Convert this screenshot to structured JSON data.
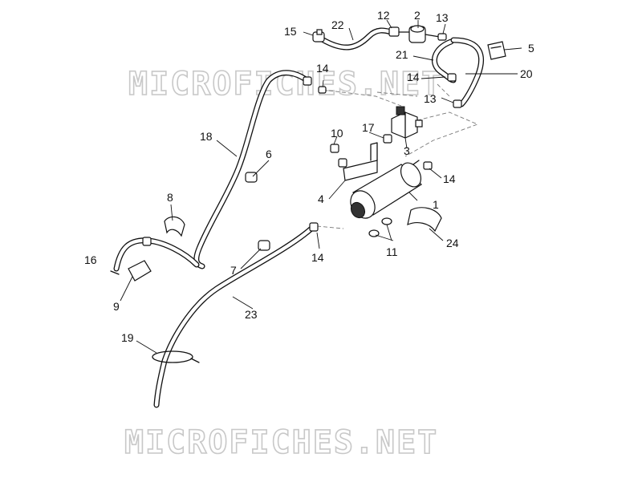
{
  "watermark": {
    "text": "MICROFICHES.NET"
  },
  "callouts": [
    {
      "id": "c1",
      "text": "1"
    },
    {
      "id": "c2",
      "text": "2"
    },
    {
      "id": "c3",
      "text": "3"
    },
    {
      "id": "c4",
      "text": "4"
    },
    {
      "id": "c5",
      "text": "5"
    },
    {
      "id": "c6",
      "text": "6"
    },
    {
      "id": "c7",
      "text": "7"
    },
    {
      "id": "c8",
      "text": "8"
    },
    {
      "id": "c9",
      "text": "9"
    },
    {
      "id": "c10",
      "text": "10"
    },
    {
      "id": "c11",
      "text": "11"
    },
    {
      "id": "c12",
      "text": "12"
    },
    {
      "id": "c13a",
      "text": "13"
    },
    {
      "id": "c13b",
      "text": "13"
    },
    {
      "id": "c14a",
      "text": "14"
    },
    {
      "id": "c14b",
      "text": "14"
    },
    {
      "id": "c14c",
      "text": "14"
    },
    {
      "id": "c14d",
      "text": "14"
    },
    {
      "id": "c15",
      "text": "15"
    },
    {
      "id": "c16",
      "text": "16"
    },
    {
      "id": "c17",
      "text": "17"
    },
    {
      "id": "c18",
      "text": "18"
    },
    {
      "id": "c19",
      "text": "19"
    },
    {
      "id": "c20",
      "text": "20"
    },
    {
      "id": "c21",
      "text": "21"
    },
    {
      "id": "c22",
      "text": "22"
    },
    {
      "id": "c23",
      "text": "23"
    },
    {
      "id": "c24",
      "text": "24"
    }
  ]
}
